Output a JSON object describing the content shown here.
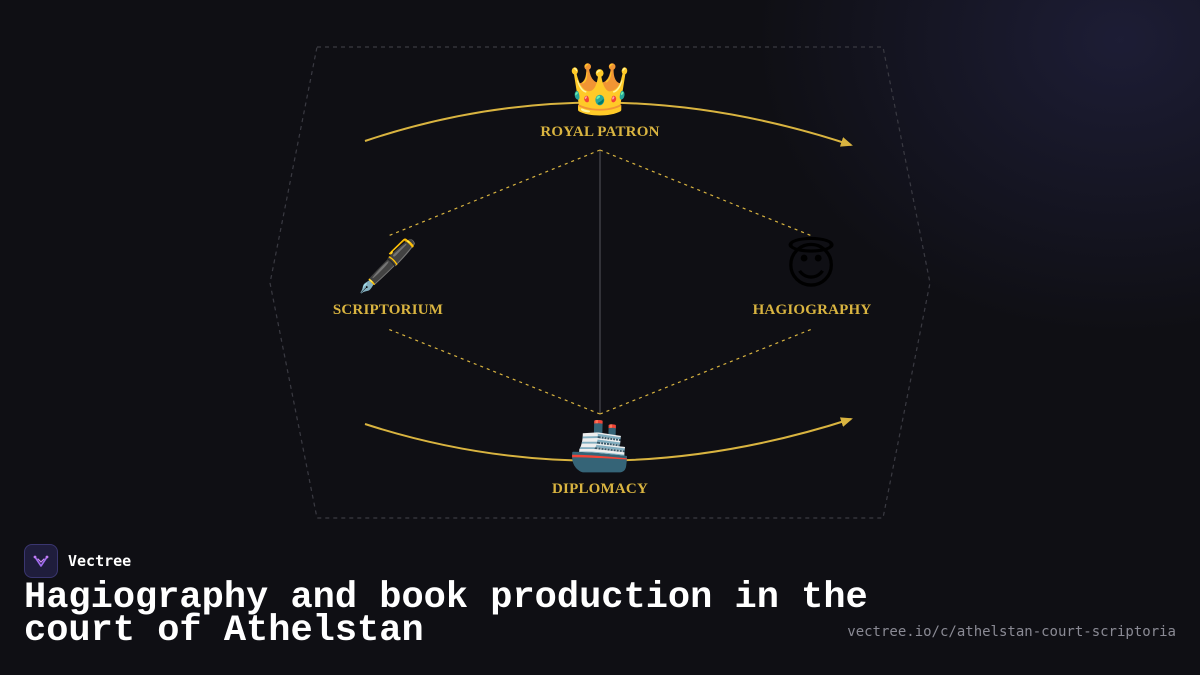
{
  "diagram": {
    "nodes": [
      {
        "id": "top",
        "icon": "crown-icon",
        "emoji": "👑",
        "label": "ROYAL PATRON"
      },
      {
        "id": "left",
        "icon": "fountain-pen-icon",
        "emoji": "🖋️",
        "label": "SCRIPTORIUM"
      },
      {
        "id": "right",
        "icon": "halo-face-icon",
        "emoji": "😇",
        "label": "HAGIOGRAPHY"
      },
      {
        "id": "bottom",
        "icon": "ship-icon",
        "emoji": "🚢",
        "label": "DIPLOMACY"
      }
    ],
    "colors": {
      "accent": "#d9b440",
      "frame": "#3a3a42",
      "axis": "#55555c"
    }
  },
  "brand": {
    "name": "Vectree",
    "logo_icon": "vectree-logo-icon"
  },
  "title": "Hagiography and book production in the court of Athelstan",
  "url": "vectree.io/c/athelstan-court-scriptoria"
}
